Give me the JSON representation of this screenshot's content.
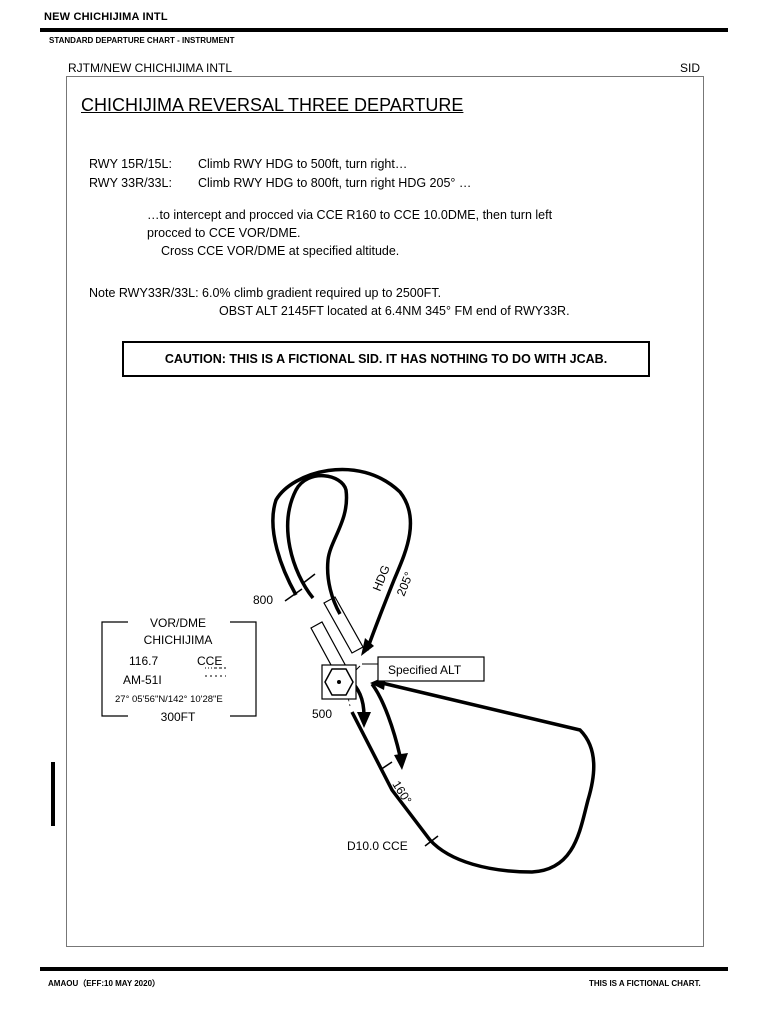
{
  "header": {
    "airport_title": "NEW CHICHIJIMA  INTL",
    "chart_type": "STANDARD DEPARTURE CHART - INSTRUMENT",
    "ident": "RJTM/NEW CHICHIJIMA  INTL",
    "category": "SID"
  },
  "procedure": {
    "title": "CHICHIJIMA REVERSAL THREE DEPARTURE",
    "runway_lines": [
      {
        "rwy": "RWY 15R/15L:",
        "instr": "Climb RWY HDG to 500ft, turn right…"
      },
      {
        "rwy": "RWY 33R/33L:",
        "instr": "Climb RWY HDG to 800ft, turn right HDG 205°  …"
      }
    ],
    "continuation_1": "…to intercept and procced via CCE R160 to CCE 10.0DME, then turn left",
    "continuation_2": "procced to CCE VOR/DME.",
    "continuation_3": "Cross CCE VOR/DME at specified altitude.",
    "note_1": "Note RWY33R/33L: 6.0% climb gradient required up to 2500FT.",
    "note_2": "OBST ALT 2145FT located at 6.4NM 345°  FM end of RWY33R.",
    "caution": "CAUTION:  THIS IS A FICTIONAL SID. IT HAS NOTHING TO DO WITH JCAB."
  },
  "navaid": {
    "type": "VOR/DME",
    "name": "CHICHIJIMA",
    "freq": "116.7",
    "ident": "CCE",
    "channel": "AM-51I",
    "coords": "27°  05'56\"N/142°  10'28\"E",
    "elevation": "300FT"
  },
  "diagram_labels": {
    "alt_800": "800",
    "alt_500": "500",
    "heading": "HDG",
    "heading_value": "205°",
    "radial": "160°",
    "fix": "D10.0 CCE",
    "specified_alt": "Specified ALT"
  },
  "footer": {
    "left": "AMAOU（EFF:10 MAY 2020）",
    "right": "THIS IS A FICTIONAL CHART."
  }
}
